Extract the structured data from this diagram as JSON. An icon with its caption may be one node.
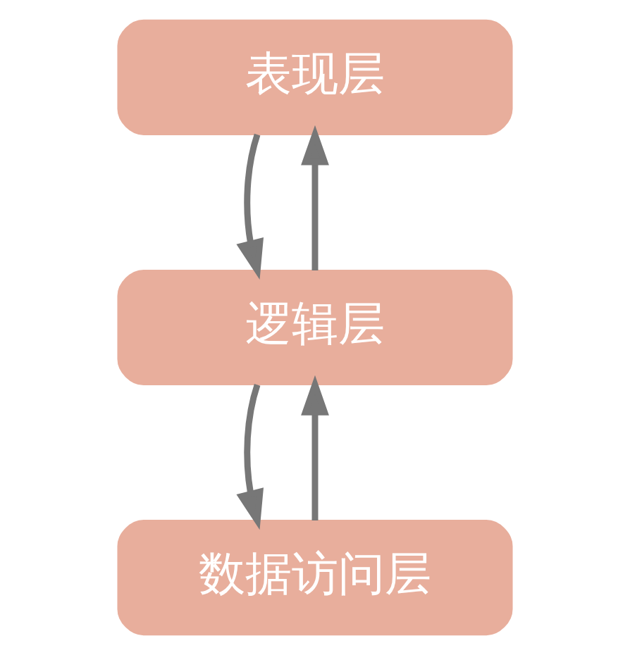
{
  "diagram": {
    "nodes": [
      {
        "text": [
          "表现层"
        ]
      },
      {
        "text": [
          "逻辑层"
        ]
      },
      {
        "text": [
          "数据访问层"
        ]
      }
    ],
    "edges": [
      {
        "from": 1,
        "to": 0,
        "arrow": "to"
      },
      {
        "from": 0,
        "to": 1,
        "arrow": "to"
      },
      {
        "from": 2,
        "to": 1,
        "arrow": "to"
      },
      {
        "from": 1,
        "to": 2,
        "arrow": "to"
      }
    ]
  }
}
